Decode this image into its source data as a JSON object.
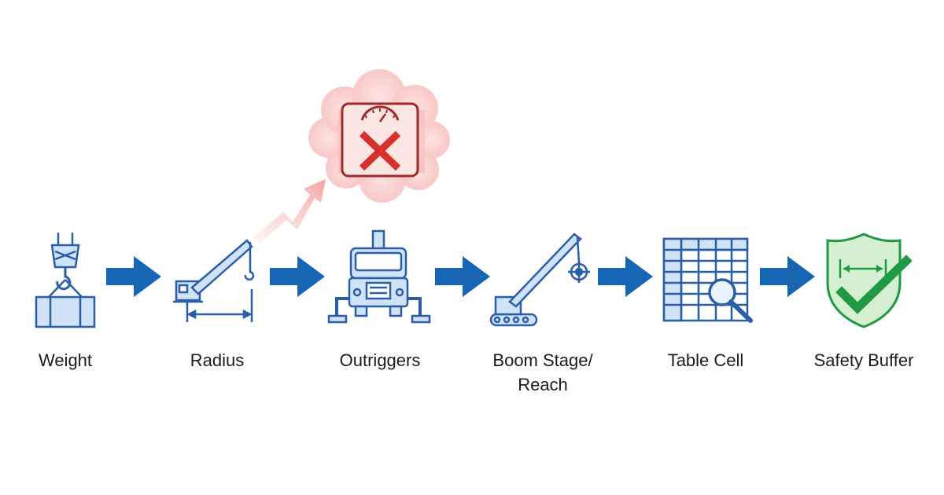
{
  "steps": [
    {
      "id": "weight",
      "label": "Weight",
      "icon": "load-hook-icon"
    },
    {
      "id": "radius",
      "label": "Radius",
      "icon": "crane-radius-icon"
    },
    {
      "id": "outriggers",
      "label": "Outriggers",
      "icon": "truck-outriggers-icon"
    },
    {
      "id": "boom",
      "label": "Boom Stage/\nReach",
      "icon": "crawler-crane-reach-icon"
    },
    {
      "id": "table",
      "label": "Table Cell",
      "icon": "load-chart-table-icon"
    },
    {
      "id": "safety",
      "label": "Safety Buffer",
      "icon": "safety-shield-check-icon"
    }
  ],
  "overload": {
    "icon": "overload-scale-x-icon",
    "trend": "rising"
  },
  "colors": {
    "icon_fill": "#cfe2f6",
    "icon_stroke": "#2a5fa8",
    "arrow": "#1766b3",
    "danger": "#d9302c",
    "danger_cloud": "#fbd5d3",
    "success": "#1f9a43",
    "shield_fill": "#d5efd2",
    "text": "#1b1b1b"
  }
}
